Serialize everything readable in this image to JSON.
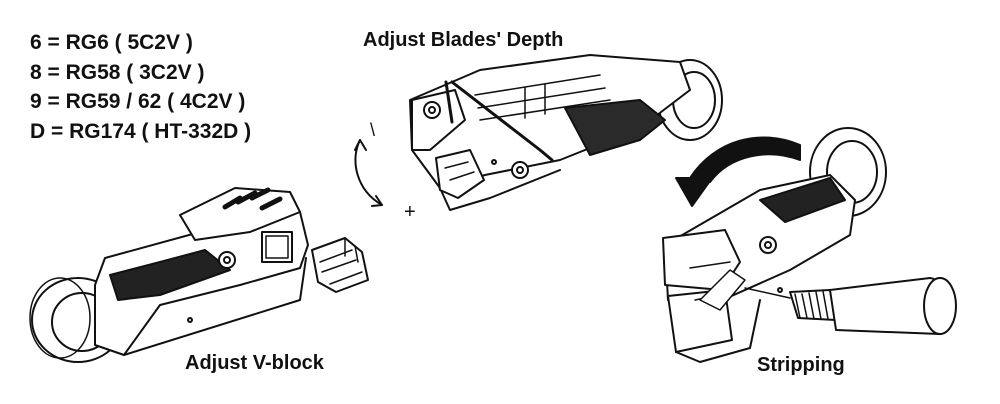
{
  "legend": [
    "6 = RG6 ( 5C2V )",
    "8 = RG58 ( 3C2V )",
    "9 = RG59 / 62 ( 4C2V )",
    "D = RG174 ( HT-332D )"
  ],
  "captions": {
    "blades": "Adjust Blades' Depth",
    "vblock": "Adjust V-block",
    "stripping": "Stripping"
  },
  "marks": {
    "minus": "\\",
    "plus": "+"
  },
  "colors": {
    "ink": "#111111",
    "paper": "#ffffff",
    "grip": "#2a2a2a"
  }
}
